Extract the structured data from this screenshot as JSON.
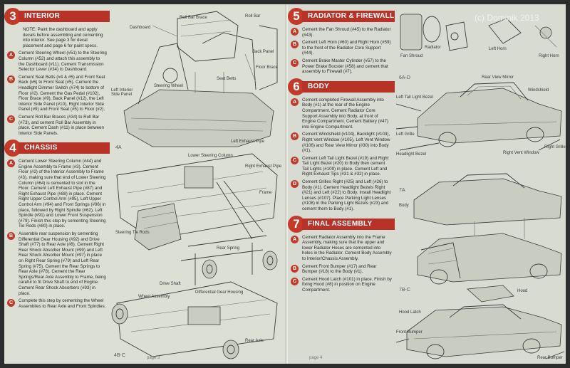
{
  "watermark": "(c) Dominik 2013",
  "left_page": {
    "folio": "page 3",
    "sections": {
      "interior": {
        "number": "3",
        "title": "INTERIOR",
        "note": "NOTE: Paint the dashboard and apply decals before assembling and cementing into interior. See page 3 for decal placement and page 6 for paint specs.",
        "steps": [
          {
            "letter": "A",
            "text": "Cement Steering Wheel (#51) to the Steering Column (#52) and attach this assembly to the Dashboard (#11). Cement Transmission Selector Lever (#34) to Dashboard."
          },
          {
            "letter": "B",
            "text": "Cement Seat Belts (#4 & #5) and Front Seat Back (#6) to Front Seat (#5). Cement the Headlight Dimmer Switch (#74) to bottom of Floor (#2). Cement the Gas Pedal (#102), Floor Brace (#9), Back Panel (#12), the Left Interior Side Panel (#10), Right Interior Side Panel (#9) and Front Seat (#5) to Floor (#2)."
          },
          {
            "letter": "C",
            "text": "Cement Roll Bar Braces (#34) to Roll Bar (#73), and cement Roll Bar Assembly in place. Cement Dash (#11) in place between Interior Side Panels."
          }
        ]
      },
      "chassis": {
        "number": "4",
        "title": "CHASSIS",
        "steps": [
          {
            "letter": "A",
            "text": "Cement Lower Steering Column (#44) and Engine Assembly to Frame (#3). Cement Floor (#2) of the Interior Assembly to Frame (#3), making sure that end of Lower Steering Column (#64) is cemented to slot in the Floor. Cement Left Exhaust Pipe (#87) and Right Exhaust Pipe (#88) in place. Cement Right Upper Control Arm (#95), Left Upper Control Arm (#94) and Front Springs (#96) in place, followed by Right Spindle (#62), Left Spindle (#91) and Lower Front Suspension (#79). Finish this step by cementing Steering Tie Rods (#80) in place."
          },
          {
            "letter": "B",
            "text": "Assemble rear suspension by cementing Differential Gear Housing (#92) and Drive Shaft (#77) to Rear Axle (#8). Cement Right Rear Shock Absorber Mount (#99) and Left Rear Shock Absorber Mount (#97) in place on Right Rear Spring (#79) and Left Rear Spring (#75). Cement the Rear Springs to Rear Axle (#78). Cement the Rear Springs/Rear Axle Assembly to Frame, being careful to fit Drive Shaft to end of Engine. Cement Rear Shock Absorbers (#93) in place."
          },
          {
            "letter": "C",
            "text": "Complete this step by cementing the Wheel Assemblies to Rear Axle and Front Spindles."
          }
        ]
      }
    },
    "art_labels": {
      "dashboard": "Dashboard",
      "roll_bar_brace": "Roll Bar Brace",
      "roll_bar": "Roll Bar",
      "back_panel": "Back Panel",
      "floor_brace": "Floor Brace",
      "steering_wheel": "Steering Wheel",
      "seat_belts": "Seat Belts",
      "left_side_panel": "Left Interior Side Panel",
      "lower_steering_column": "Lower Steering Column",
      "left_exhaust_pipe": "Left Exhaust Pipe",
      "right_exhaust_pipe": "Right Exhaust Pipe",
      "frame": "Frame",
      "steering_tie_rods": "Steering Tie Rods",
      "rear_spring": "Rear Spring",
      "drive_shaft": "Drive Shaft",
      "wheel_assembly": "Wheel Assembly",
      "rear_axle": "Rear Axle",
      "diff_gear_housing": "Differential Gear Housing",
      "fig_4a": "4A",
      "fig_4c": "4B-C"
    }
  },
  "right_page": {
    "folio": "page 4",
    "sections": {
      "radiator": {
        "number": "5",
        "title": "RADIATOR & FIREWALL",
        "steps": [
          {
            "letter": "A",
            "text": "Cement the Fan Shroud (#45) to the Radiator (#43)."
          },
          {
            "letter": "B",
            "text": "Cement Left Horn (#60) and Right Horn (#59) to the front of the Radiator Core Support (#44)."
          },
          {
            "letter": "C",
            "text": "Cement Brake Master Cylinder (#57) to the Power Brake Booster (#58) and cement that assembly to Firewall (#7)."
          }
        ]
      },
      "body": {
        "number": "6",
        "title": "BODY",
        "steps": [
          {
            "letter": "A",
            "text": "Cement completed Firewall Assembly into Body (#1) at the rear of the Engine Compartment. Cement Radiator Core Support Assembly into Body, at front of Engine Compartment. Cement Battery (#47) into Engine Compartment."
          },
          {
            "letter": "B",
            "text": "Cement Windshield (#104), Backlight (#103), Right Vent Window (#105), Left Vent Window (#106) and Rear View Mirror (#30) into Body (#1)."
          },
          {
            "letter": "C",
            "text": "Cement Left Tail Light Bezel (#19) and Right Tail Light Bezel (#20) to Body then cement Tail Lights (#109) in place. Cement Left and Right Exhaust Tips (#31 & #32) in place."
          },
          {
            "letter": "D",
            "text": "Cement Grilles Right (#25) and Left (#26) to Body (#1). Cement Headlight Bezels Right (#21) and Left (#22) to Body. Install Headlight Lenses (#107). Place Parking Light Lenses (#108) in the Parking Light Bezels (#23) and cement them to Body (#1)."
          }
        ]
      },
      "final": {
        "number": "7",
        "title": "FINAL ASSEMBLY",
        "steps": [
          {
            "letter": "A",
            "text": "Cement Radiator Assembly into the Frame Assembly, making sure that the upper and lower Radiator Hoses are cemented into holes in the Radiator. Cement Body Assembly to Interior/Chassis Assembly."
          },
          {
            "letter": "B",
            "text": "Cement Front Bumper (#17) and Rear Bumper (#18) to the Body (#1)."
          },
          {
            "letter": "C",
            "text": "Cement Hood Latch (#101) in place. Finish by fixing Hood (#8) in position on Engine Compartment."
          }
        ]
      }
    },
    "art_labels": {
      "fan_shroud": "Fan Shroud",
      "radiator": "Radiator",
      "left_horn": "Left Horn",
      "right_horn": "Right Horn",
      "fig_6ad": "6A-D",
      "rear_view_mirror": "Rear View Mirror",
      "windshield": "Windshield",
      "right_vent_window": "Right Vent Window",
      "tail_light_bezel": "Left Tail Light Bezel",
      "left_grille": "Left Grille",
      "headlight_bezel": "Headlight Bezel",
      "right_grille": "Right Grille",
      "fig_7a": "7A",
      "body": "Body",
      "fig_7bc": "7B-C",
      "hood": "Hood",
      "hood_latch": "Hood Latch",
      "front_bumper": "Front Bumper",
      "rear_bumper": "Rear Bumper"
    }
  }
}
